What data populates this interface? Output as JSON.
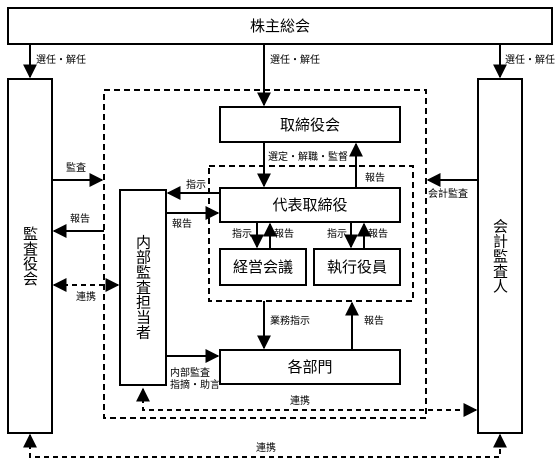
{
  "boxes": {
    "shareholders": "株主総会",
    "audit_board": "監査役会",
    "accounting_auditor": "会計監査人",
    "board": "取締役会",
    "representative": "代表取締役",
    "internal_auditor": "内部監査担当者",
    "management_meeting": "経営会議",
    "executive_officers": "執行役員",
    "departments": "各部門"
  },
  "labels": {
    "elect_dismiss_left": "選任・解任",
    "elect_dismiss_center": "選任・解任",
    "elect_dismiss_right": "選任・解任",
    "audit": "監査",
    "report_to_audit_board": "報告",
    "cooperation_internal": "連携",
    "appoint_supervise": "選定・解職・監督",
    "report_rep_to_board": "報告",
    "accounting_audit": "会計監査",
    "instruct_to_internal": "指示",
    "report_to_rep": "報告",
    "instruct_mgmt": "指示",
    "report_mgmt": "報告",
    "instruct_exec": "指示",
    "report_exec": "報告",
    "business_instruction": "業務指示",
    "report_departments": "報告",
    "internal_audit_line1": "内部監査",
    "internal_audit_line2": "指摘・助言",
    "cooperation_accounting": "連携",
    "cooperation_bottom": "連携"
  }
}
